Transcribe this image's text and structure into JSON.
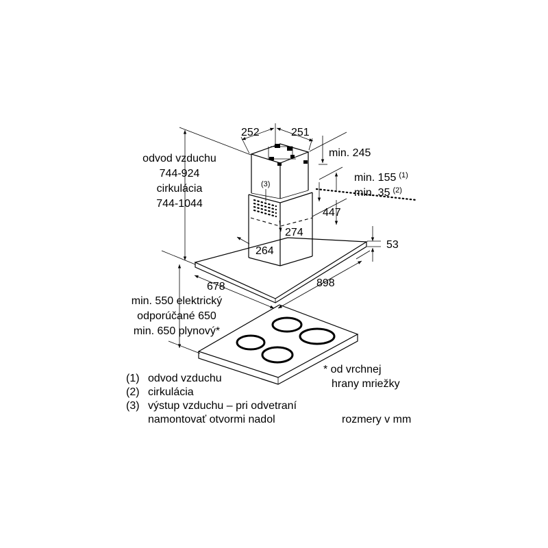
{
  "dimensions": {
    "duct_width_left": "252",
    "duct_width_right": "251",
    "min_top": "min. 245",
    "min_exhaust": "min. 155",
    "min_exhaust_ref": "(1)",
    "min_circulation": "min. 35",
    "min_circulation_ref": "(2)",
    "outlet_ref": "(3)",
    "outlet_height": "447",
    "chimney_depth": "274",
    "chimney_width": "264",
    "canopy_thickness": "53",
    "canopy_depth": "678",
    "canopy_width": "898"
  },
  "height_label": {
    "line1": "odvod vzduchu",
    "line2": "744-924",
    "line3": "cirkulácia",
    "line4": "744-1044"
  },
  "clearance_label": {
    "line1": "min. 550 elektrický",
    "line2": "odporúčané 650",
    "line3": "min. 650 plynový*"
  },
  "footnote": {
    "line1": "* od vrchnej",
    "line2": "hrany mriežky"
  },
  "legend": [
    {
      "num": "(1)",
      "text": "odvod vzduchu"
    },
    {
      "num": "(2)",
      "text": "cirkulácia"
    },
    {
      "num": "(3)",
      "text": "výstup vzduchu – pri odvetraní"
    },
    {
      "num": "",
      "text": "namontovať otvormi nadol"
    }
  ],
  "units_note": "rozmery v mm"
}
